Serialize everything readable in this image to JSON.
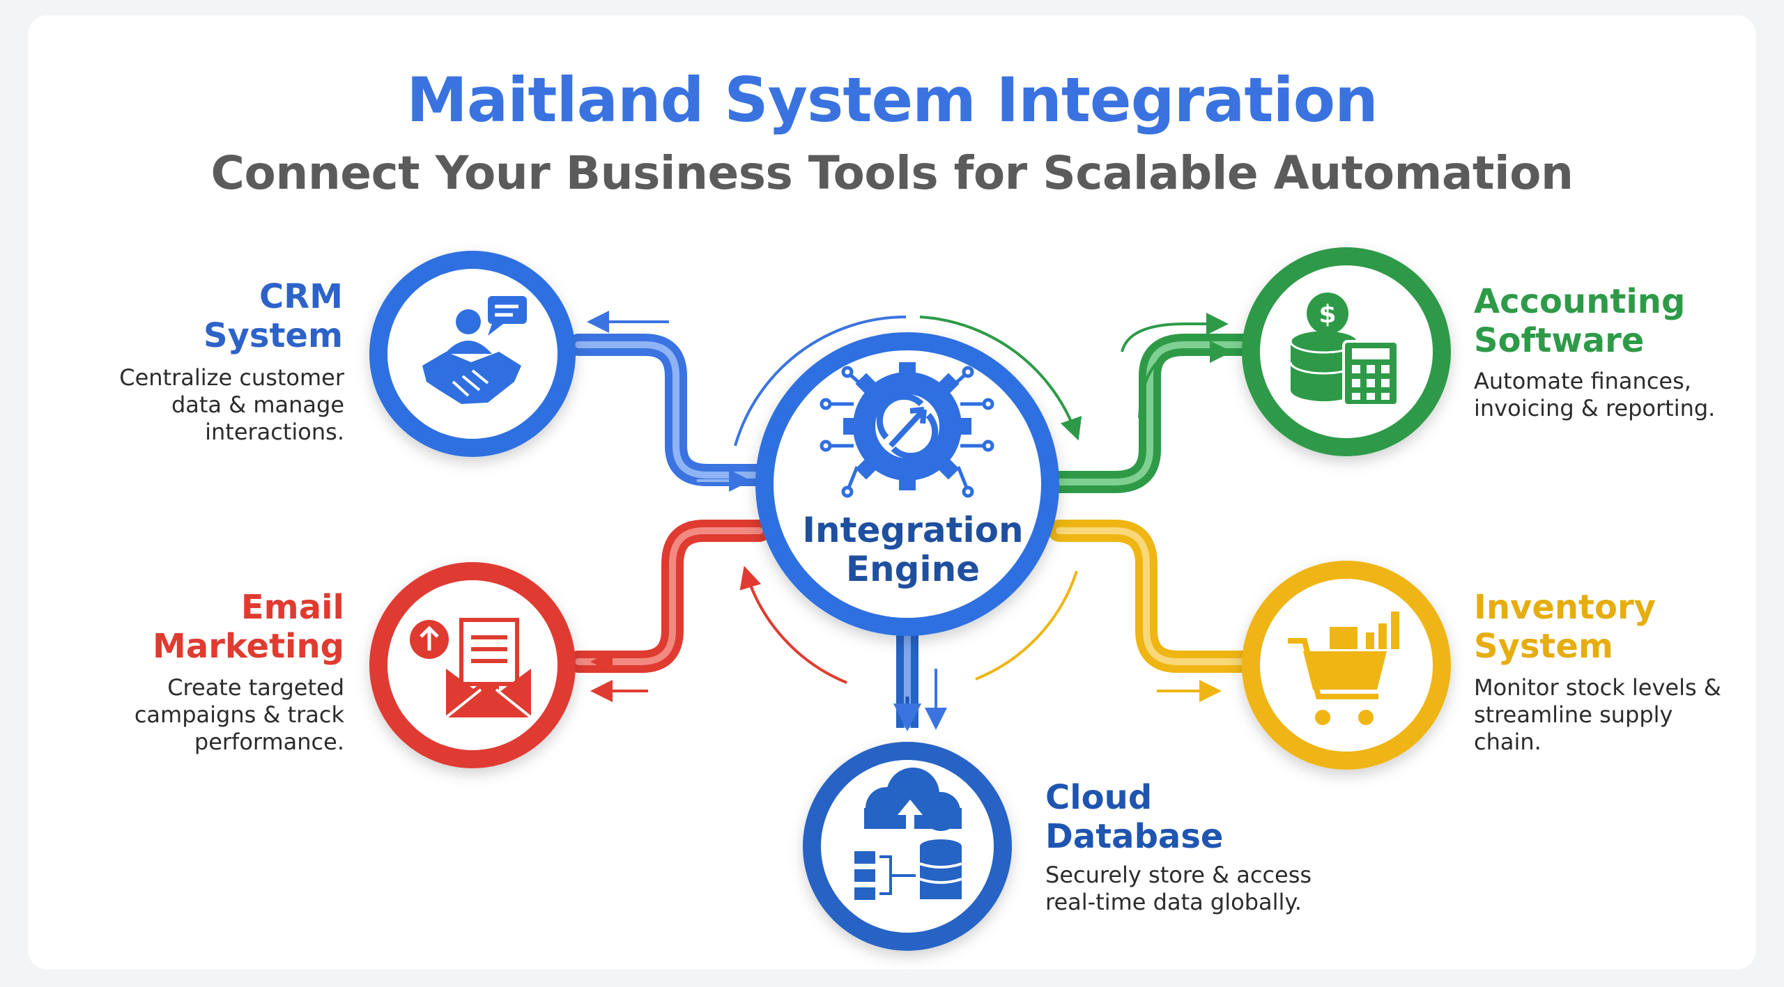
{
  "title": "Maitland System Integration",
  "subtitle": "Connect Your Business Tools for Scalable Automation",
  "hub": {
    "line1": "Integration",
    "line2": "Engine",
    "icon": "gear-sync-icon",
    "color": "#2f6fe0"
  },
  "nodes": {
    "crm": {
      "title1": "CRM",
      "title2": "System",
      "desc1": "Centralize customer",
      "desc2": "data & manage",
      "desc3": "interactions.",
      "icon": "handshake-chat-icon",
      "color": "#2f6fe0"
    },
    "accounting": {
      "title1": "Accounting",
      "title2": "Software",
      "desc1": "Automate finances,",
      "desc2": "invoicing & reporting.",
      "icon": "coins-calculator-icon",
      "color": "#2e9a48"
    },
    "email": {
      "title1": "Email",
      "title2": "Marketing",
      "desc1": "Create targeted",
      "desc2": "campaigns & track",
      "desc3": "performance.",
      "icon": "envelope-document-icon",
      "color": "#df3b30"
    },
    "inventory": {
      "title1": "Inventory",
      "title2": "System",
      "desc1": "Monitor stock levels &",
      "desc2": "streamline supply",
      "desc3": "chain.",
      "icon": "cart-chart-icon",
      "color": "#efb513"
    },
    "cloud": {
      "title1": "Cloud",
      "title2": "Database",
      "desc1": "Securely store & access",
      "desc2": "real-time data globally.",
      "icon": "cloud-database-icon",
      "color": "#2563c4"
    }
  }
}
